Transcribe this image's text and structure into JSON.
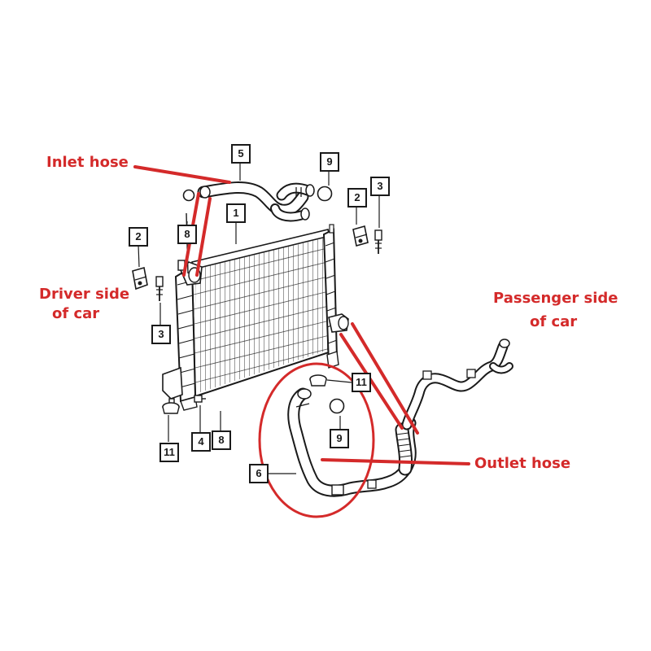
{
  "colors": {
    "annotation": "#d42a2a",
    "line_art": "#1a1a1a",
    "background": "#ffffff"
  },
  "callouts": {
    "radiator": "1",
    "bracket_left": "2",
    "bracket_right": "2",
    "clip_left": "3",
    "clip_right": "3",
    "drain": "4",
    "inlet_hose": "5",
    "outlet_hose": "6",
    "clamp_left": "8",
    "clamp_bottom": "8",
    "oring_top": "9",
    "oring_mid": "9",
    "isolator_bottom": "11",
    "isolator_mid": "11"
  },
  "annotations": {
    "inlet": "Inlet hose",
    "driver_line1": "Driver side",
    "driver_line2": "of car",
    "passenger_line1": "Passenger side",
    "passenger_line2": "of car",
    "outlet": "Outlet hose"
  }
}
